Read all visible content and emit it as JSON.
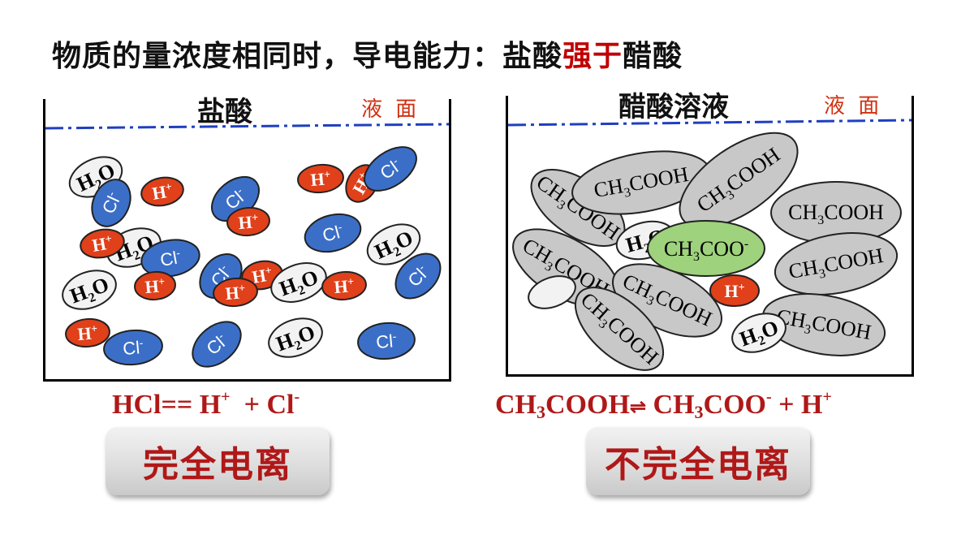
{
  "title": {
    "main": "物质的量浓度相同时，导电能力：盐酸",
    "highlight": "强于",
    "tail": "醋酸"
  },
  "left_beaker": {
    "label": "盐酸",
    "surface_label": "液 面",
    "equation": {
      "lhs": "HCl",
      "arrow": "==",
      "p1": "H",
      "p1_charge": "+",
      "plus": "+",
      "p2": "Cl",
      "p2_charge": "-"
    },
    "button": "完全电离"
  },
  "right_beaker": {
    "label": "醋酸溶液",
    "surface_label": "液 面",
    "equation": {
      "a": "CH",
      "a_sub": "3",
      "b": "COOH",
      "arrow": "⇌",
      "c": "CH",
      "c_sub": "3",
      "d": "COO",
      "d_charge": "-",
      "plus": "+",
      "e": "H",
      "e_charge": "+"
    },
    "button": "不完全电离"
  },
  "colors": {
    "h_ion": "#e0401a",
    "cl_ion": "#3b6fc7",
    "water": "#f2f2f2",
    "acetic": "#c8c8c8",
    "acetate": "#9ed27c",
    "highlight": "#c00000",
    "surface_line": "#1f3fc0"
  }
}
